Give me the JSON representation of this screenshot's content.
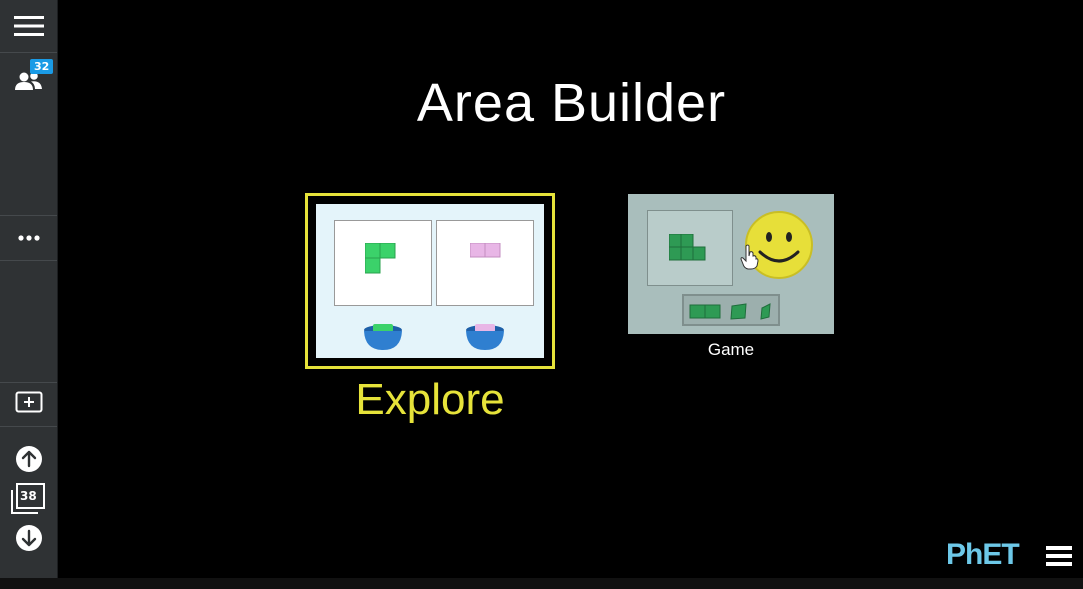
{
  "sidebar": {
    "participants_count": "32",
    "slide_count": "38",
    "icons": [
      "hamburger-menu-icon",
      "participants-icon",
      "more-icon",
      "add-slide-icon",
      "arrow-up-icon",
      "slides-icon",
      "arrow-down-icon"
    ]
  },
  "sim": {
    "title": "Area Builder",
    "screens": [
      {
        "label": "Explore",
        "selected": true
      },
      {
        "label": "Game",
        "selected": false
      }
    ],
    "brand": "PhET"
  },
  "colors": {
    "selected_yellow": "#e6e33a",
    "shape_green": "#3bd26a",
    "shape_pink": "#e8b6e6",
    "bucket_blue": "#2f7fd0",
    "phet_blue": "#6dc8e8",
    "smiley_yellow": "#e7df39"
  }
}
